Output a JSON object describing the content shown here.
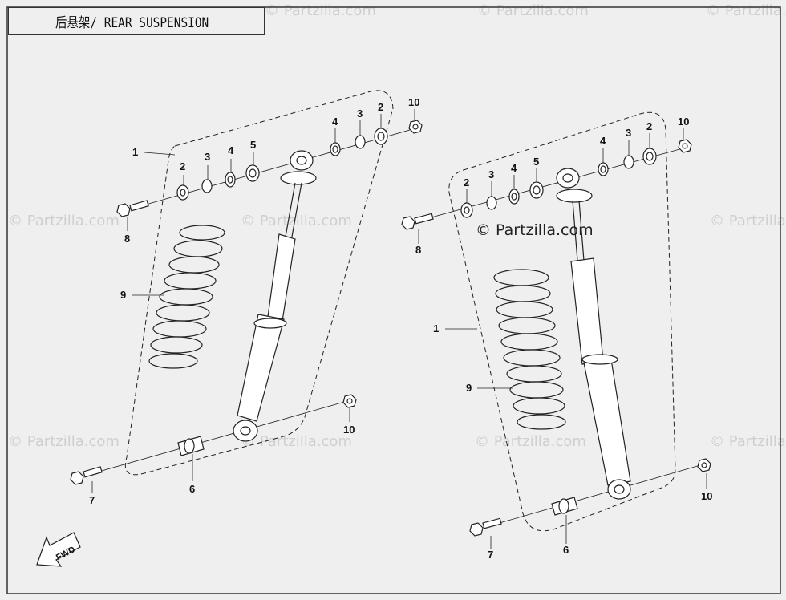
{
  "title": "后悬架/ REAR SUSPENSION",
  "watermark": "© Partzilla.com",
  "watermark_main": "© Partzilla.com",
  "fwd_label": "FWD",
  "callouts": {
    "left": {
      "c1": "1",
      "c2a": "2",
      "c3a": "3",
      "c4a": "4",
      "c5": "5",
      "c4b": "4",
      "c3b": "3",
      "c2b": "2",
      "c10a": "10",
      "c8": "8",
      "c9": "9",
      "c10b": "10",
      "c7": "7",
      "c6": "6"
    },
    "right": {
      "c1": "1",
      "c2a": "2",
      "c3a": "3",
      "c4a": "4",
      "c5": "5",
      "c4b": "4",
      "c3b": "3",
      "c2b": "2",
      "c10a": "10",
      "c8": "8",
      "c9": "9",
      "c10b": "10",
      "c7": "7",
      "c6": "6"
    }
  }
}
